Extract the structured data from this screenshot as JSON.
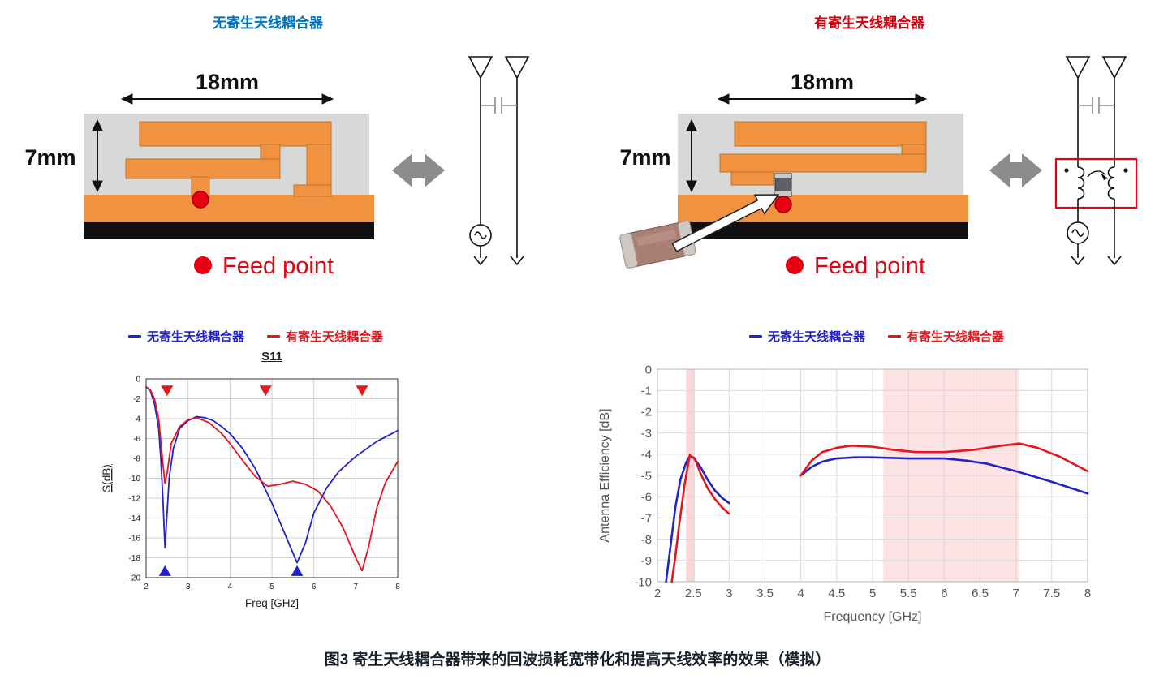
{
  "panels": {
    "left": {
      "title": "无寄生天线耦合器",
      "width_label": "18mm",
      "height_label": "7mm",
      "feed_label": "Feed point"
    },
    "right": {
      "title": "有寄生天线耦合器",
      "width_label": "18mm",
      "height_label": "7mm",
      "feed_label": "Feed point"
    }
  },
  "caption": "图3 寄生天线耦合器带来的回波损耗宽带化和提高天线效率的效果（模拟）",
  "colors": {
    "title_blue": "#0073bc",
    "title_red": "#d4000f",
    "orange": "#f0923f",
    "substrate": "#d8d8d8",
    "feed_red": "#e60012"
  },
  "chart_data": [
    {
      "type": "line",
      "title": "S11",
      "xlabel": "Freq [GHz]",
      "ylabel": "S(dB)",
      "xlim": [
        2,
        8
      ],
      "ylim": [
        -20,
        0
      ],
      "xticks": [
        2,
        3,
        4,
        5,
        6,
        7,
        8
      ],
      "yticks": [
        0,
        -2,
        -4,
        -6,
        -8,
        -10,
        -12,
        -14,
        -16,
        -18,
        -20
      ],
      "grid": true,
      "legend_position": "top",
      "series": [
        {
          "name": "无寄生天线耦合器",
          "color": "#2222cc",
          "x": [
            2.0,
            2.1,
            2.2,
            2.3,
            2.35,
            2.4,
            2.45,
            2.5,
            2.55,
            2.65,
            2.8,
            3.0,
            3.2,
            3.4,
            3.6,
            3.8,
            4.0,
            4.3,
            4.6,
            5.0,
            5.3,
            5.6,
            5.8,
            6.0,
            6.3,
            6.6,
            7.0,
            7.5,
            8.0
          ],
          "y": [
            -0.8,
            -1.2,
            -2.5,
            -5.0,
            -8.0,
            -12.0,
            -17.0,
            -13.5,
            -10.0,
            -7.0,
            -5.0,
            -4.2,
            -3.8,
            -3.9,
            -4.2,
            -4.8,
            -5.5,
            -7.0,
            -9.0,
            -12.5,
            -15.5,
            -18.5,
            -16.5,
            -13.5,
            -11.0,
            -9.3,
            -7.8,
            -6.3,
            -5.2
          ]
        },
        {
          "name": "有寄生天线耦合器",
          "color": "#e8141e",
          "x": [
            2.0,
            2.1,
            2.2,
            2.3,
            2.4,
            2.45,
            2.5,
            2.6,
            2.8,
            3.0,
            3.2,
            3.5,
            3.8,
            4.0,
            4.3,
            4.6,
            4.9,
            5.2,
            5.5,
            5.8,
            6.1,
            6.4,
            6.7,
            7.0,
            7.15,
            7.3,
            7.5,
            7.7,
            8.0
          ],
          "y": [
            -0.8,
            -1.1,
            -2.0,
            -4.0,
            -8.5,
            -10.5,
            -9.5,
            -6.5,
            -4.8,
            -4.1,
            -3.9,
            -4.4,
            -5.5,
            -6.5,
            -8.2,
            -9.8,
            -10.8,
            -10.6,
            -10.3,
            -10.6,
            -11.3,
            -12.8,
            -15.0,
            -18.0,
            -19.3,
            -17.0,
            -13.0,
            -10.5,
            -8.3
          ]
        }
      ],
      "markers": [
        {
          "x": 2.5,
          "y": -1.2,
          "dir": "down",
          "color": "#e8141e"
        },
        {
          "x": 4.85,
          "y": -1.2,
          "dir": "down",
          "color": "#e8141e"
        },
        {
          "x": 7.15,
          "y": -1.2,
          "dir": "down",
          "color": "#e8141e"
        },
        {
          "x": 2.45,
          "y": -19.3,
          "dir": "up",
          "color": "#2222cc"
        },
        {
          "x": 5.6,
          "y": -19.3,
          "dir": "up",
          "color": "#2222cc"
        }
      ]
    },
    {
      "type": "line",
      "title": "",
      "xlabel": "Frequency [GHz]",
      "ylabel": "Antenna Efficiency [dB]",
      "xlim": [
        2,
        8
      ],
      "ylim": [
        -10,
        0
      ],
      "xticks": [
        2,
        2.5,
        3,
        3.5,
        4,
        4.5,
        5,
        5.5,
        6,
        6.5,
        7,
        7.5,
        8
      ],
      "yticks": [
        0,
        -1,
        -2,
        -3,
        -4,
        -5,
        -6,
        -7,
        -8,
        -9,
        -10
      ],
      "grid": true,
      "legend_position": "top",
      "bands": [
        {
          "x0": 2.4,
          "x1": 2.52,
          "color": "rgba(237,28,36,0.18)"
        },
        {
          "x0": 5.15,
          "x1": 7.05,
          "color": "rgba(237,28,36,0.12)"
        }
      ],
      "series": [
        {
          "name": "无寄生天线耦合器",
          "color": "#2222cc",
          "segments": [
            {
              "x": [
                2.12,
                2.18,
                2.25,
                2.32,
                2.4,
                2.45,
                2.5,
                2.6,
                2.7,
                2.8,
                2.9,
                3.0
              ],
              "y": [
                -10,
                -8.4,
                -6.5,
                -5.2,
                -4.4,
                -4.1,
                -4.15,
                -4.6,
                -5.2,
                -5.7,
                -6.05,
                -6.3
              ]
            },
            {
              "x": [
                4.0,
                4.15,
                4.3,
                4.5,
                4.75,
                5.0,
                5.5,
                6.0,
                6.3,
                6.6,
                7.0,
                7.5,
                8.0
              ],
              "y": [
                -5.0,
                -4.6,
                -4.35,
                -4.2,
                -4.15,
                -4.15,
                -4.2,
                -4.2,
                -4.3,
                -4.45,
                -4.8,
                -5.3,
                -5.85
              ]
            }
          ]
        },
        {
          "name": "有寄生天线耦合器",
          "color": "#e8141e",
          "segments": [
            {
              "x": [
                2.2,
                2.25,
                2.3,
                2.38,
                2.45,
                2.52,
                2.6,
                2.7,
                2.8,
                2.9,
                3.0
              ],
              "y": [
                -10,
                -8.8,
                -7.4,
                -5.4,
                -4.05,
                -4.2,
                -4.9,
                -5.6,
                -6.1,
                -6.5,
                -6.8
              ]
            },
            {
              "x": [
                4.0,
                4.15,
                4.3,
                4.5,
                4.7,
                5.0,
                5.3,
                5.6,
                6.0,
                6.4,
                6.8,
                7.05,
                7.3,
                7.6,
                8.0
              ],
              "y": [
                -5.0,
                -4.3,
                -3.9,
                -3.7,
                -3.6,
                -3.65,
                -3.8,
                -3.9,
                -3.9,
                -3.8,
                -3.6,
                -3.5,
                -3.7,
                -4.1,
                -4.8
              ]
            }
          ]
        }
      ]
    }
  ]
}
